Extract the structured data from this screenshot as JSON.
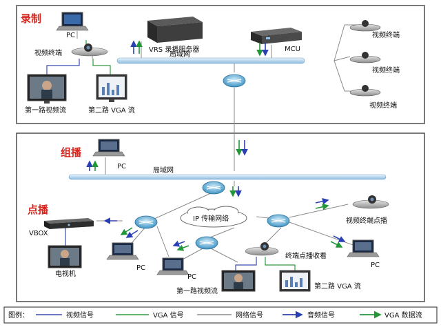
{
  "sections": {
    "record": "录制",
    "multicast": "组播",
    "on_demand": "点播"
  },
  "labels": {
    "pc_top": "PC",
    "video_terminal_left": "视频终端",
    "vrs_server": "VRS 录播服务器",
    "mcu": "MCU",
    "lan_top": "局域网",
    "video_terminal_r1": "视频终端",
    "video_terminal_r2": "视频终端",
    "video_terminal_r3": "视频终端",
    "stream1_top": "第一路视频流",
    "stream2_top": "第二路 VGA 流",
    "pc_multicast": "PC",
    "lan_bottom": "局域网",
    "ip_network": "IP 传输网络",
    "vbox": "VBOX",
    "tv": "电视机",
    "pc_a": "PC",
    "pc_b": "PC",
    "pc_c": "PC",
    "terminal_vod": "视频终端点播",
    "terminal_watch": "终端点播收看",
    "stream1_bottom": "第一路视频流",
    "stream2_bottom": "第二路 VGA 流"
  },
  "legend": {
    "title": "图例：",
    "items": [
      {
        "label": "视频信号",
        "color": "#3a4bb0",
        "kind": "line"
      },
      {
        "label": "VGA 信号",
        "color": "#2e9b3a",
        "kind": "line"
      },
      {
        "label": "网络信号",
        "color": "#8a8a8a",
        "kind": "line"
      },
      {
        "label": "音频信号",
        "color": "#2b3fb5",
        "kind": "arrow"
      },
      {
        "label": "VGA 数据流",
        "color": "#23963a",
        "kind": "arrow"
      }
    ]
  },
  "colors": {
    "section_title": "#d8261f",
    "video": "#3a4bb0",
    "vga": "#2e9b3a",
    "network": "#8a8a8a",
    "router": "#5fb0d8",
    "lan_bar": "#c7dff0"
  }
}
